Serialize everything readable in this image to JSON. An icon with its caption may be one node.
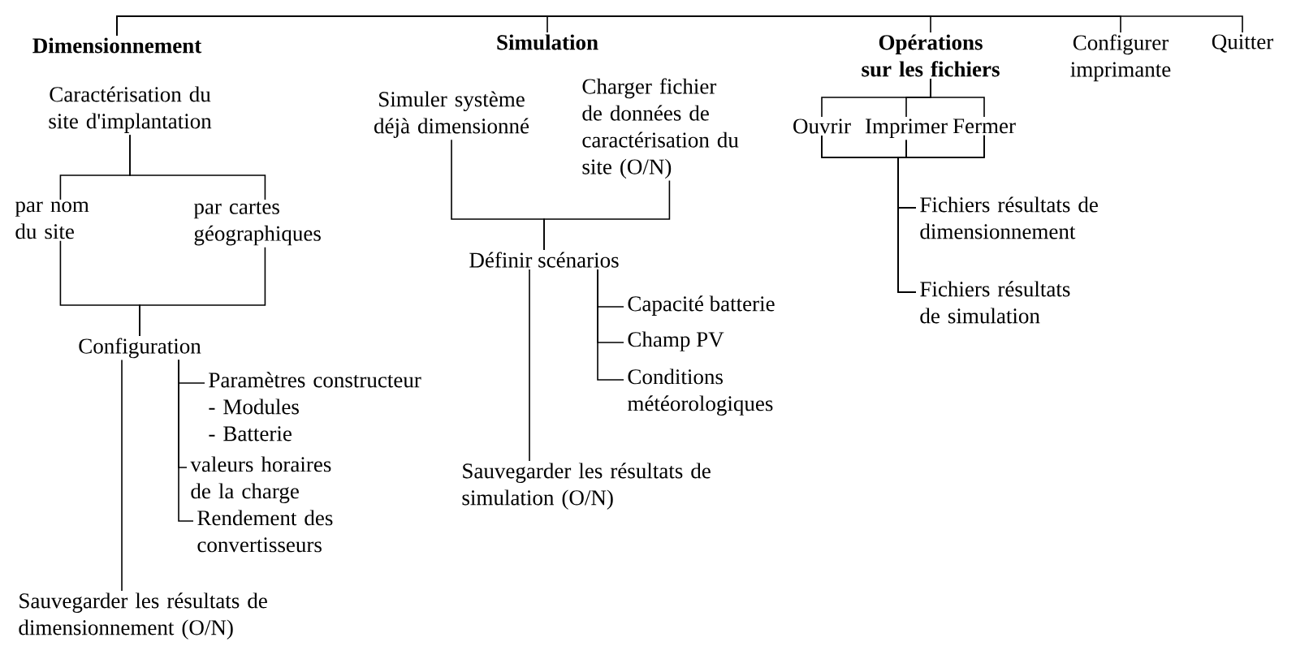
{
  "diagram": {
    "nodes": [
      {
        "text": [
          "Dimensionnement"
        ]
      },
      {
        "text": [
          "Simulation"
        ]
      },
      {
        "text": [
          "Opérations sur les fichiers"
        ]
      },
      {
        "text": [
          "Configurer imprimante"
        ]
      },
      {
        "text": [
          "Quitter"
        ]
      },
      {
        "text": [
          "Caractérisation du site d'implantation"
        ]
      },
      {
        "text": [
          "par nom du site"
        ]
      },
      {
        "text": [
          "par cartes géographiques"
        ]
      },
      {
        "text": [
          "Configuration"
        ]
      },
      {
        "text": [
          "Paramètres constructeur",
          "- Modules",
          "- Batterie"
        ]
      },
      {
        "text": [
          "valeurs horaires de la charge"
        ]
      },
      {
        "text": [
          "Rendement des convertisseurs"
        ]
      },
      {
        "text": [
          "Sauvegarder les résultats de dimensionnement (O/N)"
        ]
      },
      {
        "text": [
          "Simuler système déjà dimensionné"
        ]
      },
      {
        "text": [
          "Charger fichier de données de caractérisation du site (O/N)"
        ]
      },
      {
        "text": [
          "Définir scénarios"
        ]
      },
      {
        "text": [
          "Capacité batterie"
        ]
      },
      {
        "text": [
          "Champ PV"
        ]
      },
      {
        "text": [
          "Conditions météorologiques"
        ]
      },
      {
        "text": [
          "Sauvegarder les résultats de simulation (O/N)"
        ]
      },
      {
        "text": [
          "Ouvrir"
        ]
      },
      {
        "text": [
          "Imprimer"
        ]
      },
      {
        "text": [
          "Fermer"
        ]
      },
      {
        "text": [
          "Fichiers résultats de dimensionnement"
        ]
      },
      {
        "text": [
          "Fichiers résultats de simulation"
        ]
      }
    ],
    "edges": [
      {
        "from": 0,
        "to": 1,
        "arrow": "none"
      },
      {
        "from": 0,
        "to": 2,
        "arrow": "none"
      },
      {
        "from": 0,
        "to": 3,
        "arrow": "none"
      },
      {
        "from": 0,
        "to": 4,
        "arrow": "none"
      },
      {
        "from": 5,
        "to": 6,
        "arrow": "none"
      },
      {
        "from": 5,
        "to": 7,
        "arrow": "none"
      },
      {
        "from": 6,
        "to": 8,
        "arrow": "none"
      },
      {
        "from": 7,
        "to": 8,
        "arrow": "none"
      },
      {
        "from": 8,
        "to": 9,
        "arrow": "none"
      },
      {
        "from": 8,
        "to": 10,
        "arrow": "none"
      },
      {
        "from": 8,
        "to": 11,
        "arrow": "none"
      },
      {
        "from": 8,
        "to": 12,
        "arrow": "none"
      },
      {
        "from": 13,
        "to": 15,
        "arrow": "none"
      },
      {
        "from": 14,
        "to": 15,
        "arrow": "none"
      },
      {
        "from": 15,
        "to": 16,
        "arrow": "none"
      },
      {
        "from": 15,
        "to": 17,
        "arrow": "none"
      },
      {
        "from": 15,
        "to": 18,
        "arrow": "none"
      },
      {
        "from": 15,
        "to": 19,
        "arrow": "none"
      },
      {
        "from": 2,
        "to": 20,
        "arrow": "none"
      },
      {
        "from": 2,
        "to": 21,
        "arrow": "none"
      },
      {
        "from": 2,
        "to": 22,
        "arrow": "none"
      },
      {
        "from": 20,
        "to": 23,
        "arrow": "none"
      },
      {
        "from": 20,
        "to": 24,
        "arrow": "none"
      },
      {
        "from": 21,
        "to": 23,
        "arrow": "none"
      },
      {
        "from": 21,
        "to": 24,
        "arrow": "none"
      },
      {
        "from": 22,
        "to": 23,
        "arrow": "none"
      },
      {
        "from": 22,
        "to": 24,
        "arrow": "none"
      }
    ]
  }
}
